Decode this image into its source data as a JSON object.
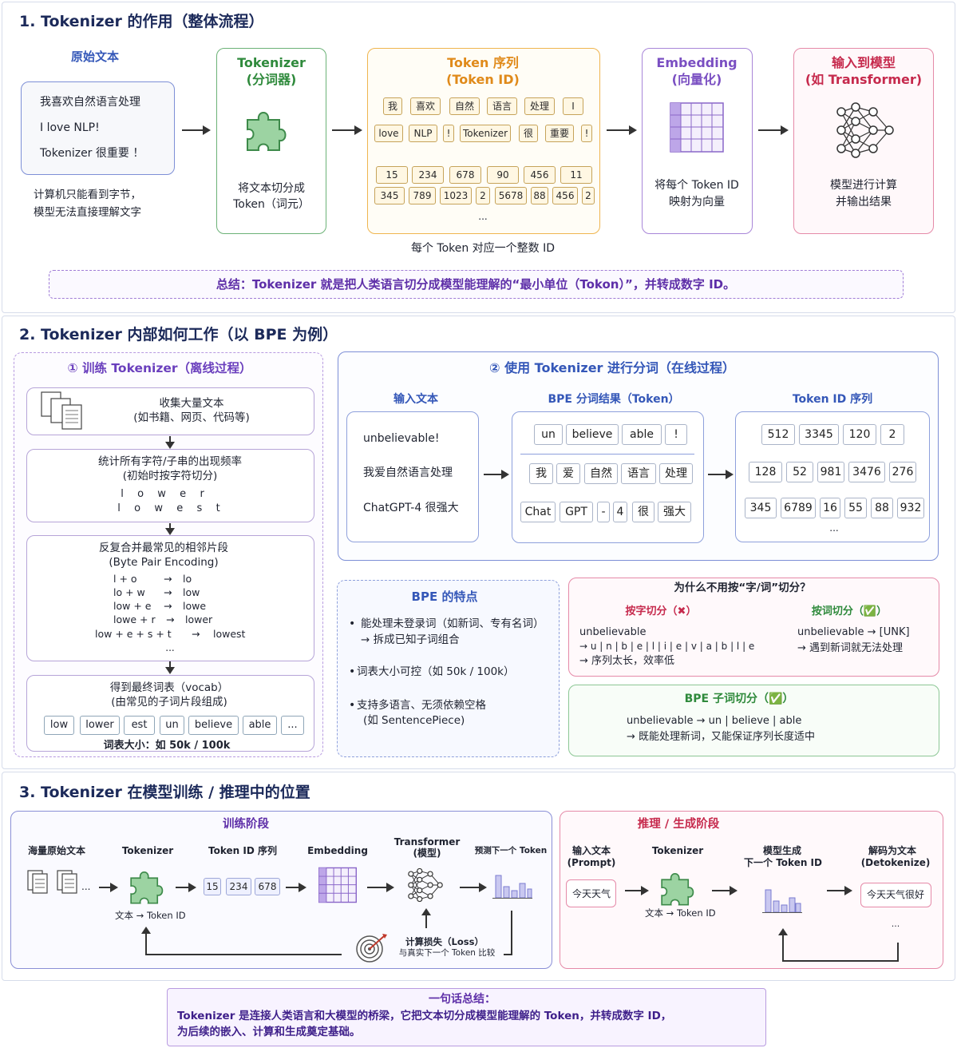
{
  "s1": {
    "title": "1. Tokenizer 的作用（整体流程）",
    "raw_label": "原始文本",
    "raw_lines": [
      "我喜欢自然语言处理",
      "I love NLP!",
      "Tokenizer 很重要 ！"
    ],
    "raw_note": [
      "计算机只能看到字节，",
      "模型无法直接理解文字"
    ],
    "tok_title": [
      "Tokenizer",
      "(分词器)"
    ],
    "tok_desc": [
      "将文本切分成",
      "Token（词元）"
    ],
    "seq_title": [
      "Token 序列",
      "(Token ID)"
    ],
    "seq_row1": [
      "我",
      "喜欢",
      "自然",
      "语言",
      "处理",
      "I"
    ],
    "seq_row2": [
      "love",
      "NLP",
      "!",
      "Tokenizer",
      "很",
      "重要",
      "!"
    ],
    "id_row1": [
      "15",
      "234",
      "678",
      "90",
      "456",
      "11"
    ],
    "id_row2": [
      "345",
      "789",
      "1023",
      "2",
      "5678",
      "88",
      "456",
      "2"
    ],
    "ellipsis": "...",
    "seq_note": "每个 Token 对应一个整数 ID",
    "emb_title": [
      "Embedding",
      "(向量化)"
    ],
    "emb_desc": [
      "将每个 Token ID",
      "映射为向量"
    ],
    "model_title": [
      "输入到模型",
      "(如 Transformer)"
    ],
    "model_desc": [
      "模型进行计算",
      "并输出结果"
    ],
    "summary": "总结：Tokenizer 就是把人类语言切分成模型能理解的“最小单位（Tokon）”，并转成数字 ID。",
    "colors": {
      "green": "#5fae6a",
      "orange": "#f0b24a",
      "purple": "#a07cd6",
      "pink": "#e58aa8",
      "blue": "#6b7fd1"
    }
  },
  "s2": {
    "title": "2. Tokenizer 内部如何工作（以 BPE 为例）",
    "train_title": "① 训练 Tokenizer（离线过程）",
    "step1": [
      "收集大量文本",
      "(如书籍、网页、代码等)"
    ],
    "step2": [
      "统计所有字符/子串的出现频率",
      "(初始时按字符切分)",
      "l  o  w  e  r",
      "l  o  w  e  s  t"
    ],
    "step3": [
      "反复合并最常见的相邻片段",
      "(Byte Pair Encoding)"
    ],
    "merges": [
      [
        "l + o",
        "lo"
      ],
      [
        "lo + w",
        "low"
      ],
      [
        "low + e",
        "lowe"
      ],
      [
        "lowe + r",
        "lower"
      ],
      [
        "low + e + s + t",
        "lowest"
      ]
    ],
    "merge_ellipsis": "...",
    "merge_arrow": "→",
    "step4": [
      "得到最终词表（vocab）",
      "(由常见的子词片段组成)"
    ],
    "vocab": [
      "low",
      "lower",
      "est",
      "un",
      "believe",
      "able",
      "..."
    ],
    "vocab_size": "词表大小：如 50k / 100k",
    "use_title": "② 使用 Tokenizer 进行分词（在线过程）",
    "in_label": "输入文本",
    "in_lines": [
      "unbelievable!",
      "我爱自然语言处理",
      "ChatGPT-4 很强大"
    ],
    "bpe_label": "BPE 分词结果（Token）",
    "bpe_row1": [
      "un",
      "believe",
      "able",
      "!"
    ],
    "bpe_row2": [
      "我",
      "爱",
      "自然",
      "语言",
      "处理"
    ],
    "bpe_row3": [
      "Chat",
      "GPT",
      "-",
      "4",
      "很",
      "强大"
    ],
    "id_label": "Token ID 序列",
    "id_row1": [
      "512",
      "3345",
      "120",
      "2"
    ],
    "id_row2": [
      "128",
      "52",
      "981",
      "3476",
      "276"
    ],
    "id_row3": [
      "345",
      "6789",
      "16",
      "55",
      "88",
      "932"
    ],
    "id_ellipsis": "...",
    "feat_title": "BPE 的特点",
    "feat": [
      [
        "能处理未登录词（如新词、专有名词）",
        "→ 拆成已知子词组合"
      ],
      [
        "词表大小可控（如 50k / 100k）"
      ],
      [
        "支持多语言、无须依赖空格",
        "(如 SentencePiece)"
      ]
    ],
    "why_title": "为什么不用按“字/词”切分？",
    "char_title": "按字切分（✖）",
    "char_lines": [
      "unbelievable",
      "→ u | n | b | e | l | i | e | v | a | b | l | e",
      "→ 序列太长，效率低"
    ],
    "word_title": "按词切分（✅）",
    "word_lines": [
      "unbelievable → [UNK]",
      "→ 遇到新词就无法处理"
    ],
    "sub_title": "BPE 子词切分（✅）",
    "sub_lines": [
      "unbelievable → un | believe | able",
      "→ 既能处理新词，又能保证序列长度适中"
    ]
  },
  "s3": {
    "title": "3. Tokenizer 在模型训练 / 推理中的位置",
    "train_label": "训练阶段",
    "t_cols": [
      "海量原始文本",
      "Tokenizer",
      "Token ID 序列",
      "Embedding"
    ],
    "t_model": [
      "Transformer",
      "(模型)"
    ],
    "t_pred": "预测下一个 Token",
    "t_ids": [
      "15",
      "234",
      "678"
    ],
    "t_note": "文本 → Token ID",
    "loss": [
      "计算损失（Loss）",
      "与真实下一个 Token 比较"
    ],
    "infer_label": "推理 / 生成阶段",
    "i_in": [
      "输入文本",
      "(Prompt)"
    ],
    "i_tok": "Tokenizer",
    "i_gen": [
      "模型生成",
      "下一个 Token ID"
    ],
    "i_dec": [
      "解码为文本",
      "(Detokenize)"
    ],
    "i_prompt": "今天天气",
    "i_out": "今天天气很好",
    "i_note": "文本 → Token ID",
    "i_ellipsis": "...",
    "dots": "..."
  },
  "final": {
    "title": "一句话总结：",
    "lines": [
      "Tokenizer 是连接人类语言和大模型的桥梁，它把文本切分成模型能理解的 Token，并转成数字 ID，",
      "为后续的嵌入、计算和生成奠定基础。"
    ]
  }
}
